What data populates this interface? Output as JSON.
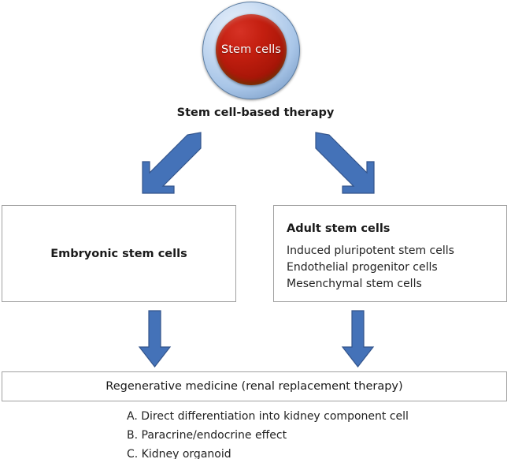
{
  "diagram": {
    "title": "Stem cell-based therapy",
    "source_node": {
      "label": "Stem cells",
      "shape": "cell-circle",
      "outer_color": "#a9c6e8",
      "inner_color": "#b61d0d"
    },
    "arrow_color": "#4472b8",
    "box_border_color": "#a0a0a0",
    "branches": [
      {
        "name": "embryonic",
        "heading": "Embryonic stem cells",
        "items": []
      },
      {
        "name": "adult",
        "heading": "Adult stem cells",
        "items": [
          "Induced pluripotent stem cells",
          "Endothelial progenitor cells",
          "Mesenchymal stem cells"
        ]
      }
    ],
    "outcome": {
      "label": "Regenerative medicine (renal replacement therapy)",
      "items": [
        "A. Direct differentiation into kidney component cell",
        "B. Paracrine/endocrine effect",
        "C. Kidney organoid"
      ]
    },
    "arrows": [
      {
        "name": "arrow-to-embryonic",
        "direction": "down-left"
      },
      {
        "name": "arrow-to-adult",
        "direction": "down-right"
      },
      {
        "name": "arrow-embryonic-to-outcome",
        "direction": "down"
      },
      {
        "name": "arrow-adult-to-outcome",
        "direction": "down"
      }
    ]
  }
}
